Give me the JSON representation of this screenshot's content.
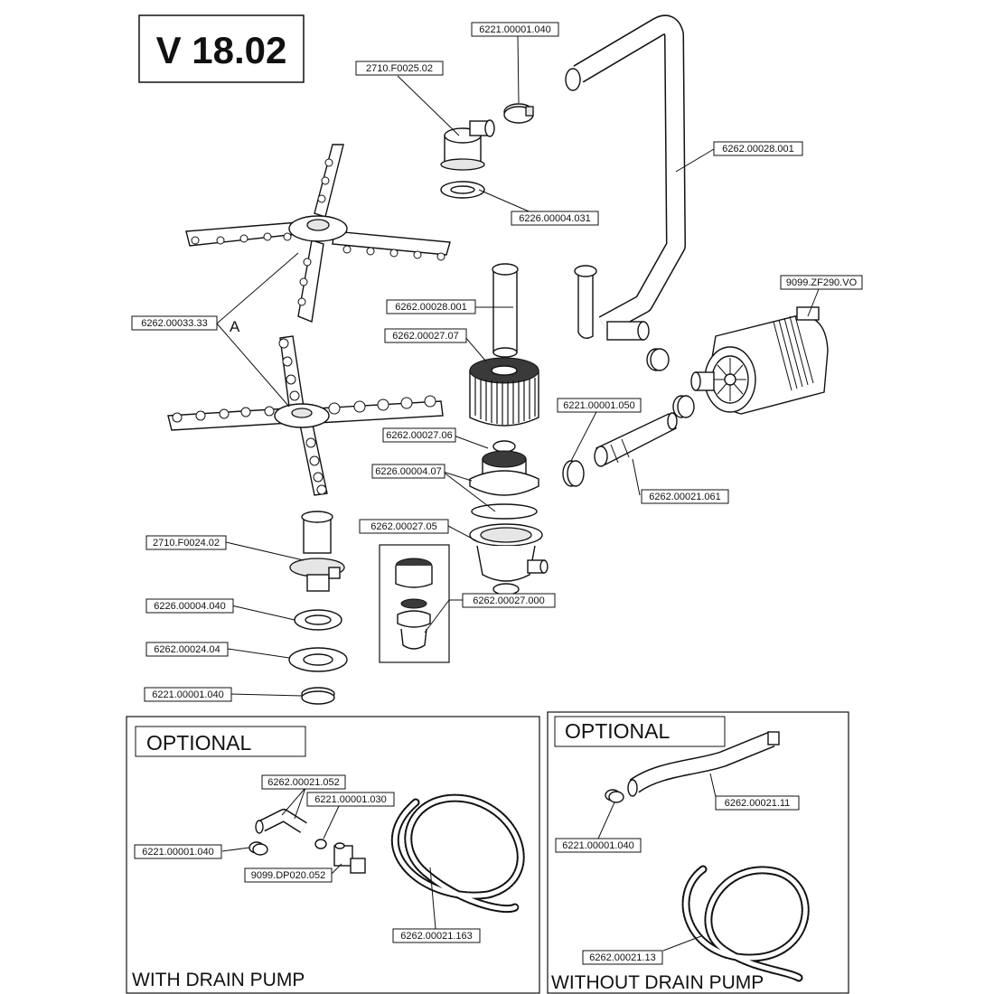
{
  "version": "V 18.02",
  "marker_a": "A",
  "labels": {
    "p6221_00001_040_top": "6221.00001.040",
    "p2710_F0025_02": "2710.F0025.02",
    "p6262_00028_001_upper": "6262.00028.001",
    "p6226_00004_031": "6226.00004.031",
    "p6262_00028_001_lower": "6262.00028.001",
    "p9099_ZF290_VO": "9099.ZF290.VO",
    "p6262_00033_33": "6262.00033.33",
    "p6262_00027_07": "6262.00027.07",
    "p6221_00001_050": "6221.00001.050",
    "p6262_00027_06": "6262.00027.06",
    "p6226_00004_07": "6226.00004.07",
    "p6262_00021_061": "6262.00021.061",
    "p6262_00027_05": "6262.00027.05",
    "p2710_F0024_02": "2710.F0024.02",
    "p6262_00027_000": "6262.00027.000",
    "p6226_00004_040": "6226.00004.040",
    "p6262_00024_04": "6262.00024.04",
    "p6221_00001_040_bottom": "6221.00001.040",
    "p6262_00021_052": "6262.00021.052",
    "p6221_00001_030": "6221.00001.030",
    "p6221_00001_040_left": "6221.00001.040",
    "p9099_DP020_052": "9099.DP020.052",
    "p6262_00021_163": "6262.00021.163",
    "p6262_00021_11": "6262.00021.11",
    "p6221_00001_040_right": "6221.00001.040",
    "p6262_00021_13": "6262.00021.13"
  },
  "optional_left": {
    "title": "OPTIONAL",
    "caption": "WITH DRAIN  PUMP"
  },
  "optional_right": {
    "title": "OPTIONAL",
    "caption": "WITHOUT DRAIN PUMP"
  }
}
